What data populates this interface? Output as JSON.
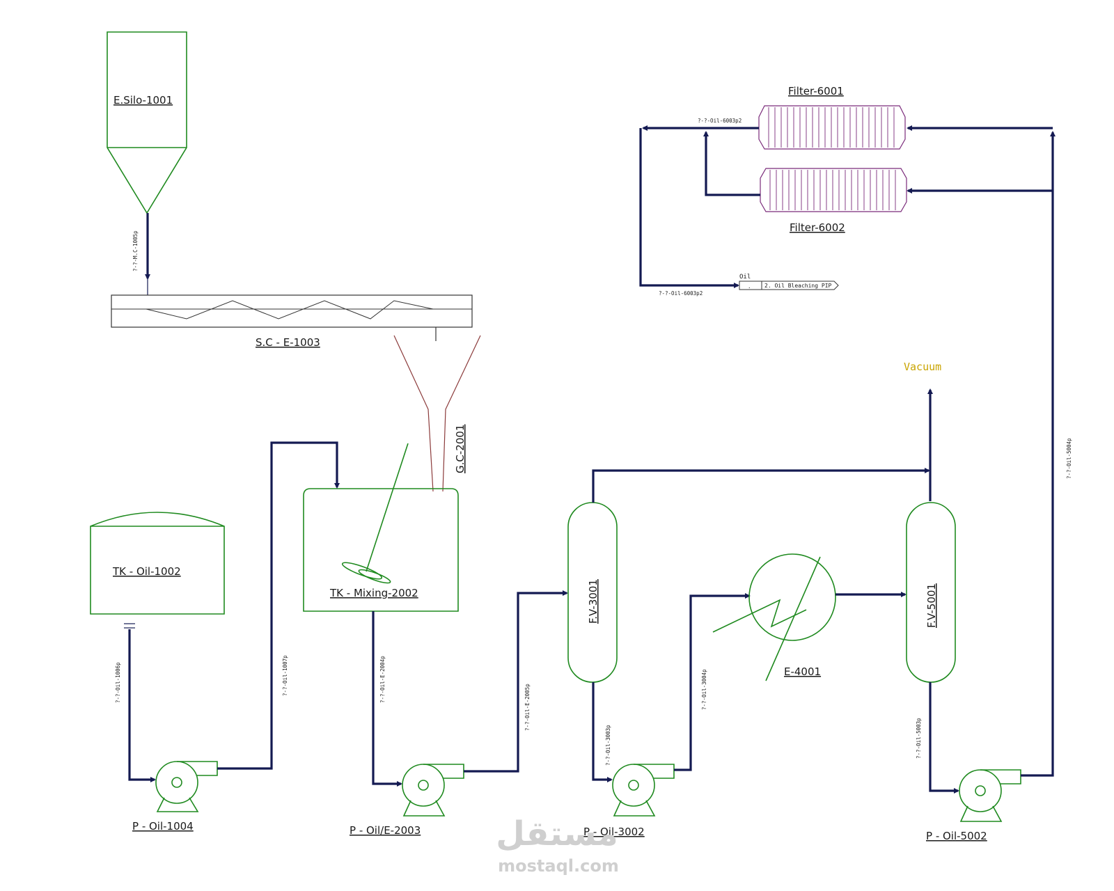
{
  "equipment": {
    "silo": "E.Silo-1001",
    "screw_conveyor": "S.C  -  E-1003",
    "gc": "G.C-2001",
    "oil_tank": "TK  -  Oil-1002",
    "mixing_tank": "TK  -  Mixing-2002",
    "pump_1004": "P  -  Oil-1004",
    "pump_2003": "P  -  Oil/E-2003",
    "vessel_3001": "F.V-3001",
    "pump_3002": "P  -  Oil-3002",
    "heater_4001": "E-4001",
    "vessel_5001": "F.V-5001",
    "pump_5002": "P  -  Oil-5002",
    "filter_6001": "Filter-6001",
    "filter_6002": "Filter-6002"
  },
  "vacuum": "Vacuum",
  "lines": {
    "l1005": "?-?-M.C-1005p",
    "l1006": "?-?-Oil-1006p",
    "l1007": "?-?-Oil-1007p",
    "l2004": "?-?-Oil-E-2004p",
    "l2005": "?-?-Oil-E-2005p",
    "l3003": "?-?-Oil-3003p",
    "l3004": "?-?-Oil-3004p",
    "l5003": "?-?-Oil-5003p",
    "l5004": "?-?-Oil-5004p",
    "l6003a": "?-?-Oil-6003p2",
    "l6003b": "?-?-Oil-6003p2"
  },
  "offpage": {
    "tag": "Oil",
    "dot": ".",
    "text": "2. Oil Bleaching PIP"
  },
  "watermark": {
    "arabic": "مستقل",
    "site": "mostaql.com"
  }
}
